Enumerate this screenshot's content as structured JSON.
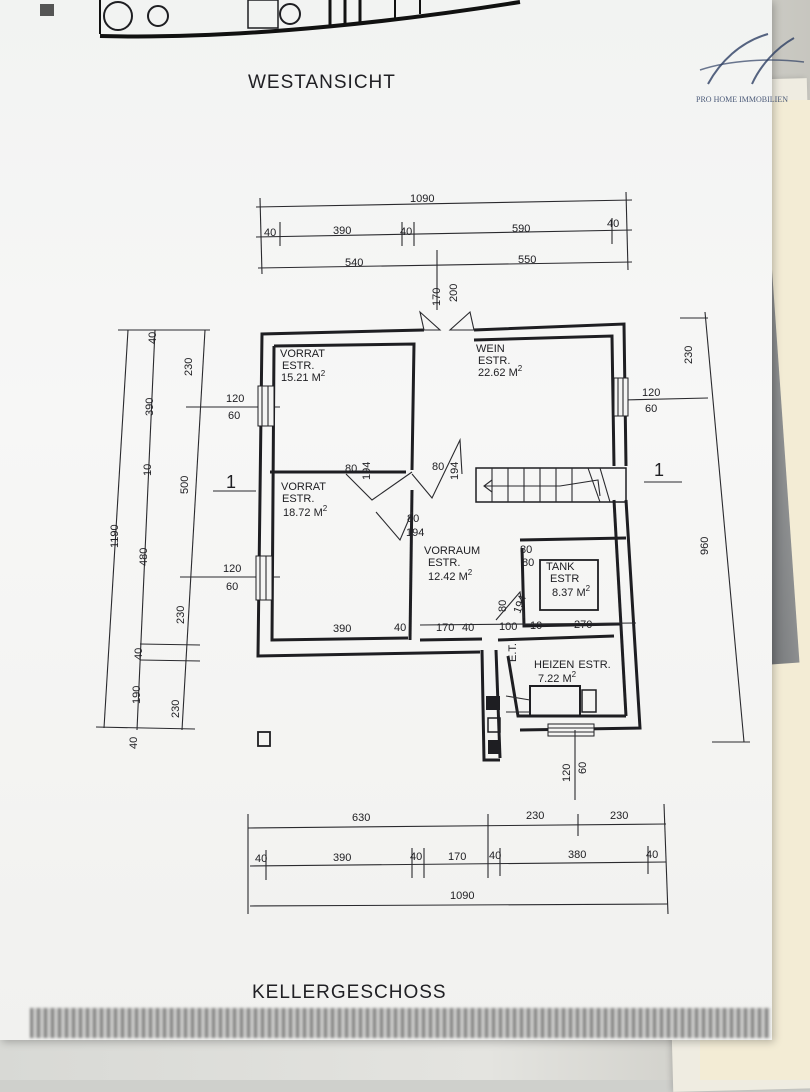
{
  "titles": {
    "elevation": "WESTANSICHT",
    "floor": "KELLERGESCHOSS"
  },
  "watermark": {
    "text": "PRO HOME IMMOBILIEN"
  },
  "rooms": [
    {
      "name": "VORRAT",
      "floor": "ESTR.",
      "area": "15.21 M",
      "sup": "2"
    },
    {
      "name": "WEIN",
      "floor": "ESTR.",
      "area": "22.62 M",
      "sup": "2"
    },
    {
      "name": "VORRAT",
      "floor": "ESTR.",
      "area": "18.72 M",
      "sup": "2"
    },
    {
      "name": "VORRAUM",
      "floor": "ESTR.",
      "area": "12.42 M",
      "sup": "2"
    },
    {
      "name": "TANK",
      "floor": "ESTR",
      "area": "8.37 M",
      "sup": "2"
    },
    {
      "name": "HEIZEN",
      "floor": "ESTR.",
      "area": "7.22 M",
      "sup": "2"
    }
  ],
  "labels": {
    "section_left": "1",
    "section_right": "1",
    "et": "E.T."
  },
  "dims": {
    "top_total": "1090",
    "top_a": "40",
    "top_b": "390",
    "top_c": "40",
    "top_d": "590",
    "top_e": "40",
    "top2_a": "540",
    "top2_b": "550",
    "door_170": "170",
    "door_200": "200",
    "left_total": "1190",
    "left_40a": "40",
    "left_390": "390",
    "left_10": "10",
    "left_480": "480",
    "left_40b": "40",
    "left_190": "190",
    "left_40c": "40",
    "left2_230a": "230",
    "left2_500": "500",
    "left2_230b": "230",
    "left2_230c": "230",
    "win_l1_120": "120",
    "win_l1_60": "60",
    "win_l2_120": "120",
    "win_l2_60": "60",
    "win_r_120": "120",
    "win_r_60": "60",
    "right_230": "230",
    "right_960": "960",
    "door1_80": "80",
    "door1_194": "194",
    "door2_80": "80",
    "door2_194": "194",
    "door3_80": "80",
    "door3_194": "194",
    "door4_80": "80",
    "door4_194": "194",
    "tank_80a": "80",
    "tank_80b": "80",
    "int_390": "390",
    "int_40a": "40",
    "int_170": "170",
    "int_40b": "40",
    "int_100": "100",
    "int_10": "10",
    "int_270": "270",
    "heat_120": "120",
    "heat_60": "60",
    "bot1_630": "630",
    "bot1_230a": "230",
    "bot1_230b": "230",
    "bot2_40a": "40",
    "bot2_390": "390",
    "bot2_40b": "40",
    "bot2_170": "170",
    "bot2_40c": "40",
    "bot2_380": "380",
    "bot2_40d": "40",
    "bot3_1090": "1090"
  }
}
